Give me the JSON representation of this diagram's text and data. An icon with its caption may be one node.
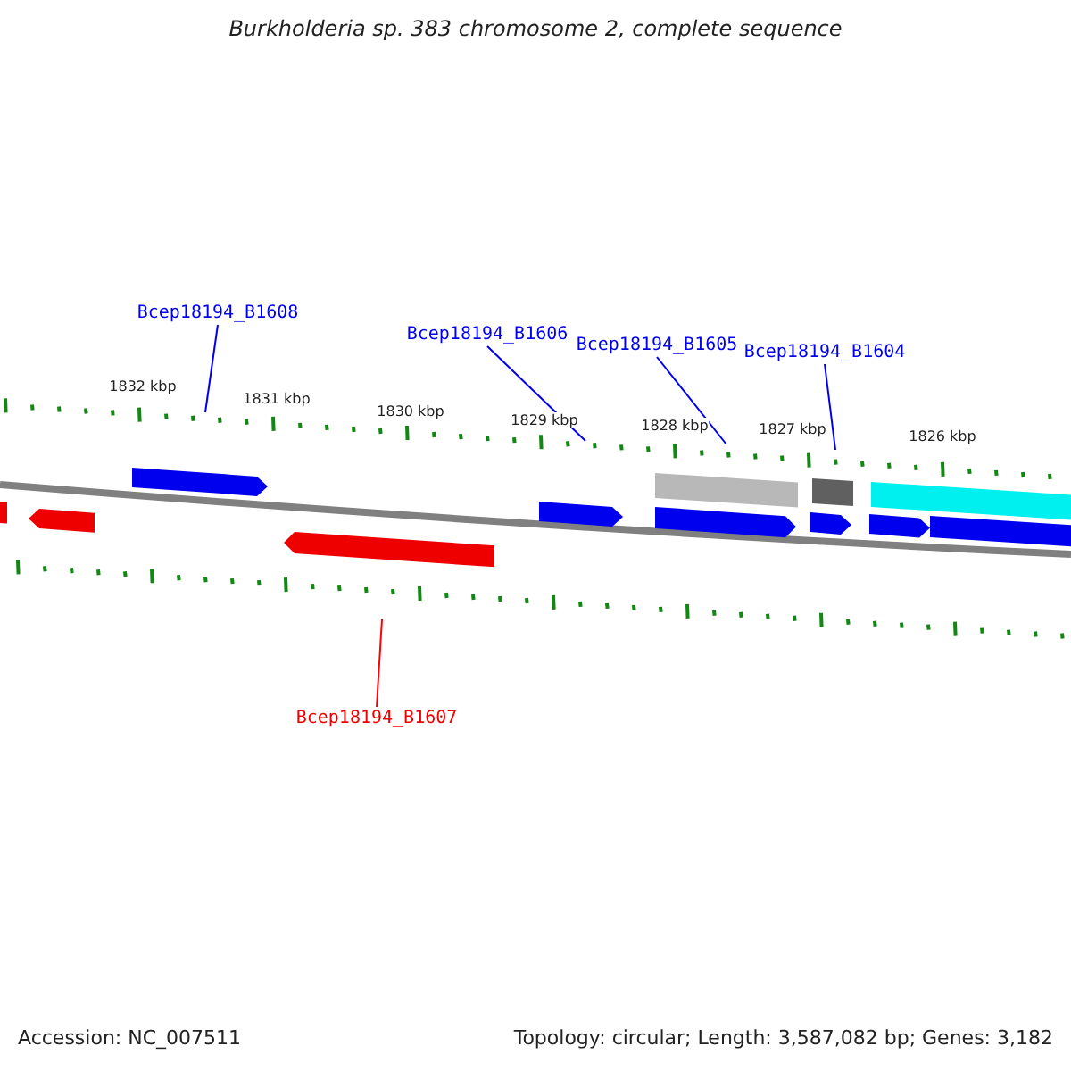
{
  "diagram": {
    "title": "Burkholderia sp. 383 chromosome 2, complete sequence",
    "nodes": [
      {
        "text": [
          "Bcep18194_B1608"
        ]
      },
      {
        "text": [
          "Bcep18194_B1606"
        ]
      },
      {
        "text": [
          "Bcep18194_B1605"
        ]
      },
      {
        "text": [
          "Bcep18194_B1604"
        ]
      },
      {
        "text": [
          "Bcep18194_B1607"
        ]
      }
    ],
    "edges": [
      {
        "from": 0,
        "to": null,
        "arrow": "none"
      },
      {
        "from": 1,
        "to": null,
        "arrow": "none"
      },
      {
        "from": 2,
        "to": null,
        "arrow": "none"
      },
      {
        "from": 3,
        "to": null,
        "arrow": "none"
      },
      {
        "from": 4,
        "to": null,
        "arrow": "none",
        "color": "#ff0000"
      }
    ],
    "labels": [
      "1832 kbp",
      "1831 kbp",
      "1830 kbp",
      "1829 kbp",
      "1828 kbp",
      "1827 kbp",
      "1826 kbp",
      "Accession: NC_007511",
      "Topology: circular; Length: 3,587,082 bp; Genes: 3,182"
    ]
  }
}
